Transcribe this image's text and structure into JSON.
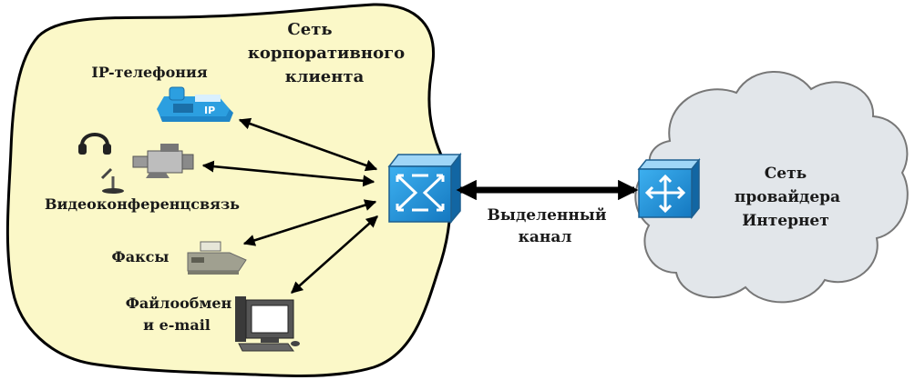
{
  "corporate_network": {
    "title_line1": "Сеть",
    "title_line2": "корпоративного",
    "title_line3": "клиента",
    "fill": "#fbf8c8"
  },
  "devices": {
    "ip_phone": "IP-телефония",
    "phone_badge": "IP",
    "video": "Видеоконференцсвязь",
    "fax": "Факсы",
    "files_line1": "Файлообмен",
    "files_line2": "и e-mail"
  },
  "link": {
    "line1": "Выделенный",
    "line2": "канал"
  },
  "provider_network": {
    "line1": "Сеть",
    "line2": "провайдера",
    "line3": "Интернет",
    "fill": "#e2e6ea"
  },
  "colors": {
    "switch_blue": "#1e90d6",
    "phone_blue": "#2c9fe0"
  }
}
